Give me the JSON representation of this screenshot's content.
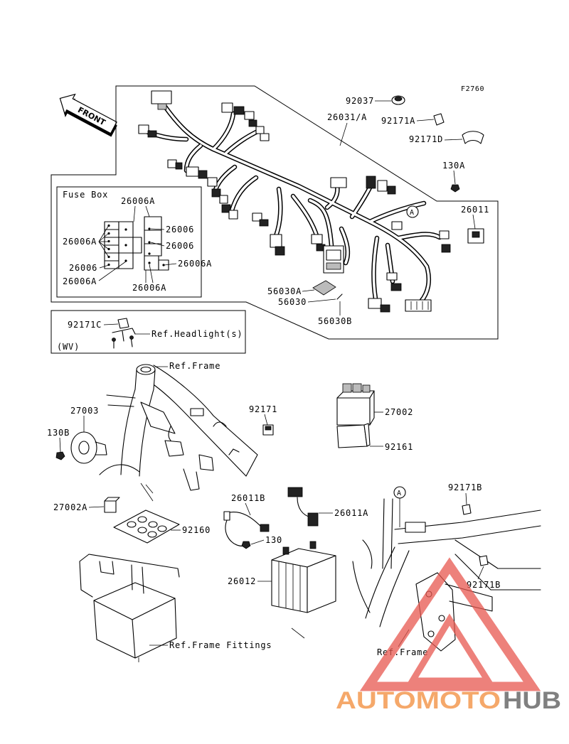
{
  "figure_code": "F2760",
  "front_arrow_label": "FRONT",
  "main_section": {
    "cap": "92037",
    "main_harness": "26031/A",
    "clamp_a": "92171A",
    "clamp_d": "92171D",
    "bolt_a": "130A",
    "lead": "26011",
    "ref_marker": "A",
    "relay_cover": "56030A",
    "relay_pin": "56030",
    "relay_clip": "56030B"
  },
  "fuse_box": {
    "title": "Fuse Box",
    "label_top": "26006A",
    "label_right_1": "26006",
    "label_left_1": "26006A",
    "label_right_2": "26006",
    "label_left_2": "26006",
    "label_right_3": "26006A",
    "label_left_3": "26006A",
    "label_bottom": "26006A"
  },
  "headlight_inset": {
    "clamp": "92171C",
    "ref": "Ref.Headlight(s)",
    "variant": "(WV)"
  },
  "lower_section": {
    "ref_frame_top": "Ref.Frame",
    "horn": "27003",
    "bolt_b": "130B",
    "clamp": "92171",
    "ecu": "27002",
    "ecu_pad": "92161",
    "clamp_b_top": "92171B",
    "ref_marker": "A",
    "lead_b": "26011B",
    "relay": "27002A",
    "lead_a": "26011A",
    "battery_pad": "92160",
    "bolt": "130",
    "battery": "26012",
    "clamp_b_bottom": "92171B",
    "ref_frame_fittings": "Ref.Frame Fittings",
    "ref_frame_bottom": "Ref.Frame"
  },
  "watermark": {
    "text_part1": "AUTOMOTO",
    "text_part2": "HUB"
  },
  "colors": {
    "watermark_orange": "#f5a86a",
    "watermark_gray": "#808080",
    "watermark_red": "#e8584f"
  }
}
